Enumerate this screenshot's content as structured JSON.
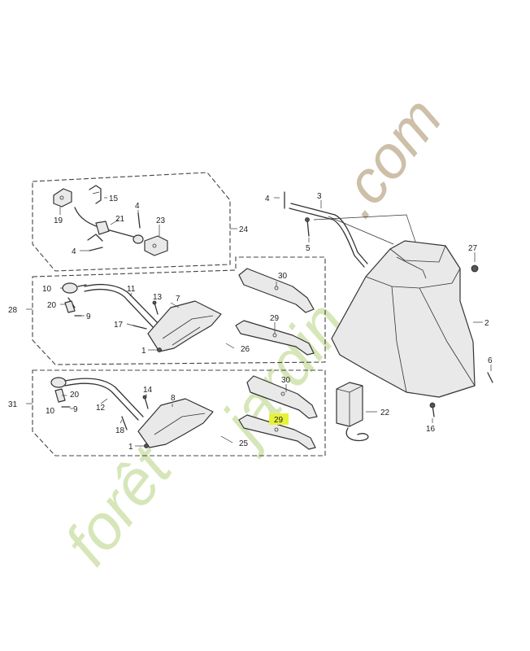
{
  "watermark": {
    "brand_a": "forêt",
    "brand_b": "jardin",
    "suffix": ".com",
    "colors": {
      "green": "#d6e6b8",
      "tan": "#cdbfa8"
    }
  },
  "highlight": {
    "color": "#e6f23a",
    "part": "29"
  },
  "labels": {
    "p1a": "1",
    "p1b": "1",
    "p2": "2",
    "p3": "3",
    "p4a": "4",
    "p4b": "4",
    "p5": "5",
    "p6": "6",
    "p7": "7",
    "p8": "8",
    "p9a": "9",
    "p9b": "9",
    "p10a": "10",
    "p10b": "10",
    "p11": "11",
    "p12": "12",
    "p13": "13",
    "p14": "14",
    "p15": "15",
    "p16": "16",
    "p17": "17",
    "p18": "18",
    "p19": "19",
    "p20a": "20",
    "p20b": "20",
    "p21": "21",
    "p22": "22",
    "p23": "23",
    "p24": "24",
    "p25": "25",
    "p26": "26",
    "p27": "27",
    "p28": "28",
    "p29a": "29",
    "p29b": "29",
    "p30a": "30",
    "p30b": "30",
    "p31": "31"
  }
}
